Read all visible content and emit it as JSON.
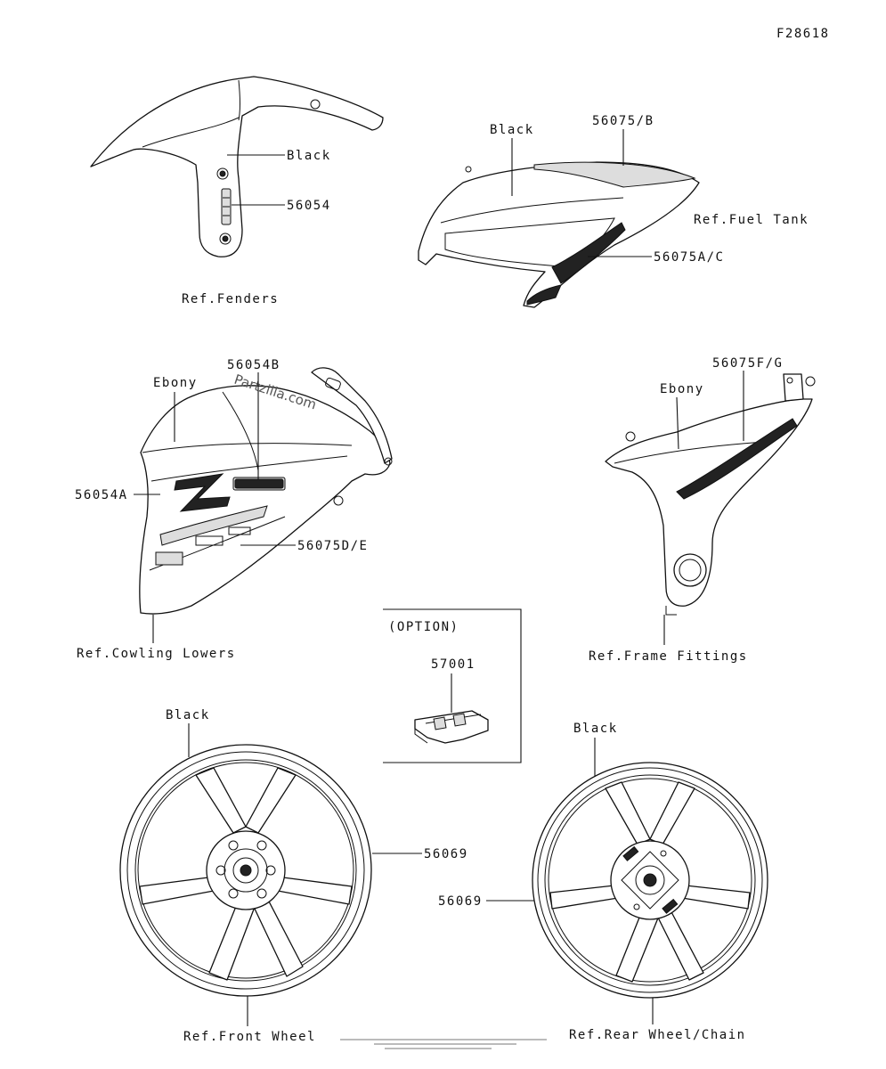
{
  "diagram_code": "F28618",
  "watermark": "Partzilla.com",
  "fender": {
    "color_label": "Black",
    "part_number": "56054",
    "ref": "Ref.Fenders"
  },
  "fuel_tank": {
    "color_label": "Black",
    "part_number_top": "56075/B",
    "part_number_side": "56075A/C",
    "ref": "Ref.Fuel Tank"
  },
  "cowling": {
    "color_label": "Ebony",
    "part_number_logo": "56054B",
    "part_number_z": "56054A",
    "part_number_stripe": "56075D/E",
    "ref": "Ref.Cowling Lowers"
  },
  "frame_cover": {
    "color_label": "Ebony",
    "part_number": "56075F/G",
    "ref": "Ref.Frame Fittings"
  },
  "option": {
    "title": "(OPTION)",
    "part_number": "57001"
  },
  "front_wheel": {
    "color_label": "Black",
    "part_number": "56069",
    "ref": "Ref.Front Wheel"
  },
  "rear_wheel": {
    "color_label": "Black",
    "part_number": "56069",
    "ref": "Ref.Rear Wheel/Chain"
  },
  "colors": {
    "line": "#111111",
    "background": "#ffffff"
  }
}
